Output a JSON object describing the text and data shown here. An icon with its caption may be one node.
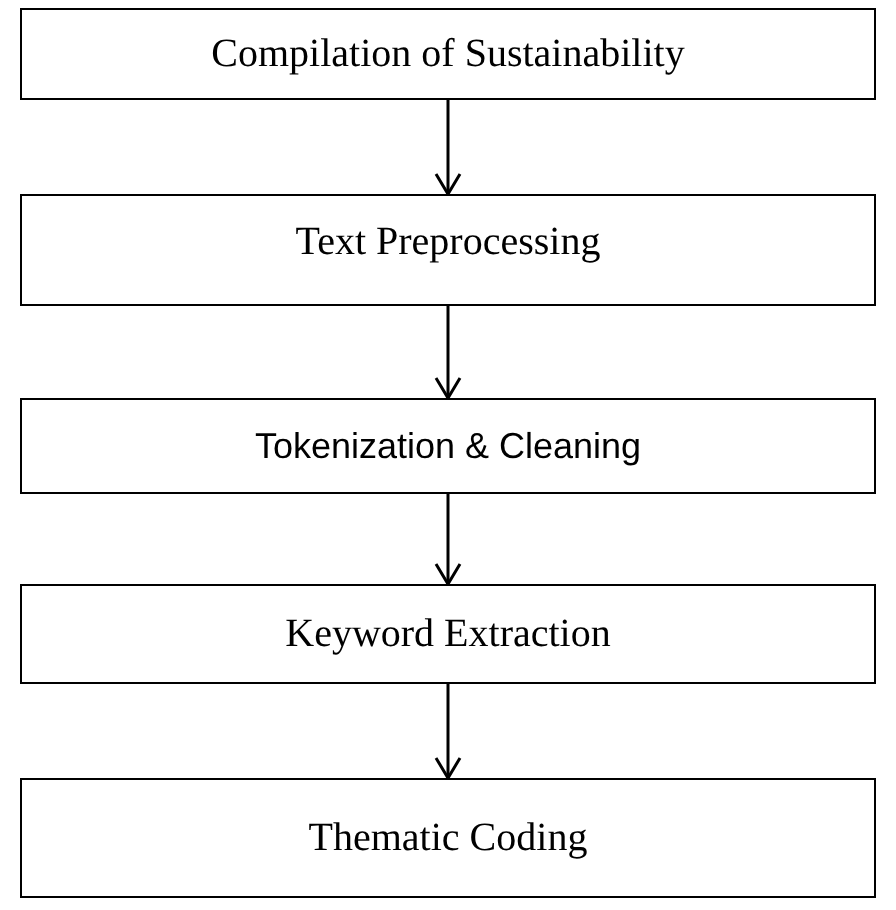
{
  "diagram": {
    "nodes": [
      {
        "text": [
          "Compilation of Sustainability"
        ]
      },
      {
        "text": [
          "Text Preprocessing"
        ]
      },
      {
        "text": [
          "Tokenization & Cleaning"
        ]
      },
      {
        "text": [
          "Keyword Extraction"
        ]
      },
      {
        "text": [
          "Thematic Coding"
        ]
      }
    ],
    "edges": [
      {
        "from": 0,
        "to": 1,
        "arrow": "to"
      },
      {
        "from": 1,
        "to": 2,
        "arrow": "to"
      },
      {
        "from": 2,
        "to": 3,
        "arrow": "to"
      },
      {
        "from": 3,
        "to": 4,
        "arrow": "to"
      }
    ]
  }
}
